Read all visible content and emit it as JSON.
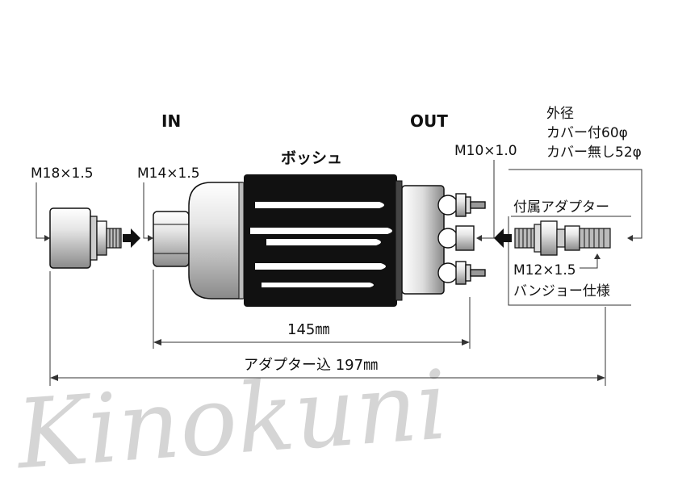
{
  "labels": {
    "in": "IN",
    "out": "OUT",
    "bosch": "ボッシュ",
    "thread_m18": "M18×1.5",
    "thread_m14": "M14×1.5",
    "thread_m10": "M10×1.0",
    "outer_dia_title": "外径",
    "outer_dia_with_cover": "カバー付60φ",
    "outer_dia_without_cover": "カバー無し52φ",
    "adapter_included": "付属アダプター",
    "thread_m12": "M12×1.5",
    "banjo_spec": "バンジョー仕様",
    "length_pump": "145㎜",
    "length_with_adapter": "アダプター込 197㎜"
  },
  "watermark": "Kinokuni",
  "colors": {
    "ink": "#111111",
    "line": "#333333",
    "body_grey": "#d9d9d9",
    "watermark": "#c8c8c8"
  }
}
